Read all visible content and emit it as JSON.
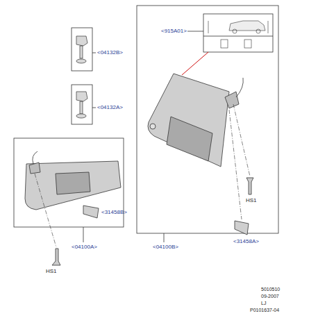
{
  "diagram": {
    "labels": [
      "<04132B>",
      "<04132A>",
      "<915A01>",
      "<04100B>",
      "<04100A>",
      "<31458B>",
      "<31458A>",
      "HS1",
      "HS1",
      "5010510",
      "09-2007",
      "LJ",
      "P0101637-04"
    ]
  }
}
